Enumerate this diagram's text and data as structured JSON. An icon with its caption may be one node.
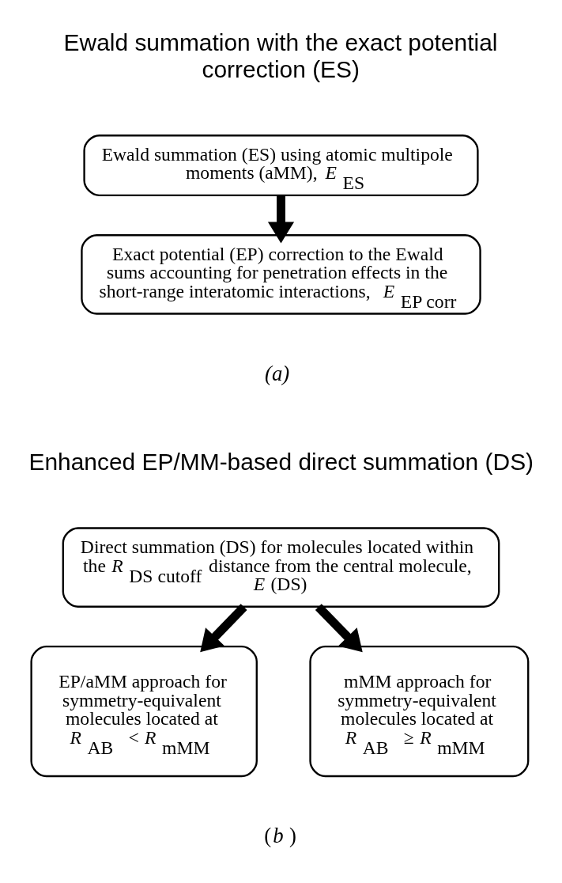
{
  "diagram": {
    "nodes": [
      {
        "text": [
          "Ewald summation (ES) using atomic multipole moments (aMM), *E*$_{ES}$"
        ]
      },
      {
        "text": [
          "Exact potential (EP) correction to the Ewald sums accounting for penetration effects in the short-range interatomic interactions, *E*$_{EP corr}$"
        ]
      },
      {
        "text": [
          "Direct summation (DS) for molecules located within the *R*$_{DS cutoff}$ distance from the central molecule, *E*(DS)"
        ]
      },
      {
        "text": [
          "EP/aMM approach for symmetry-equivalent molecules located at *R*$_{AB}$ < *R*$_{mMM}$"
        ]
      },
      {
        "text": [
          "mMM approach for symmetry-equivalent molecules located at *R*$_{AB}$ ≥ *R*$_{mMM}$"
        ]
      }
    ],
    "edges": [
      {
        "from": 0,
        "to": 1,
        "arrow": "to"
      },
      {
        "from": 2,
        "to": 3,
        "arrow": "to"
      },
      {
        "from": 2,
        "to": 4,
        "arrow": "to"
      }
    ],
    "labels": [
      "Ewald summation with the exact potential correction (ES)",
      "*(a)*",
      "Enhanced EP/MM-based direct summation (DS)",
      "(*b*)"
    ]
  }
}
